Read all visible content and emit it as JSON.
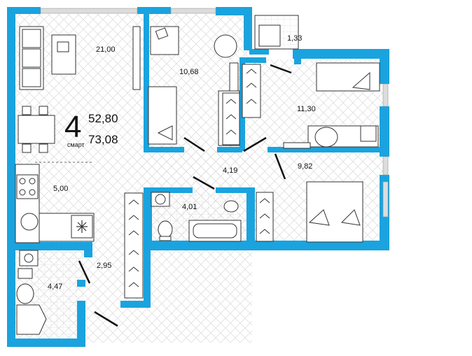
{
  "apartment": {
    "rooms": "4",
    "type": "смарт",
    "living_area": "52,80",
    "total_area": "73,08"
  },
  "rooms": [
    {
      "name": "living-room-area",
      "area": "21,00"
    },
    {
      "name": "bedroom-left-area",
      "area": "10,68"
    },
    {
      "name": "balcony-area",
      "area": "1,33"
    },
    {
      "name": "bedroom-right-area",
      "area": "11,30"
    },
    {
      "name": "master-bedroom-area",
      "area": "9,82"
    },
    {
      "name": "hallway-area",
      "area": "4,19"
    },
    {
      "name": "kitchen-area",
      "area": "5,00"
    },
    {
      "name": "bathroom-area",
      "area": "4,01"
    },
    {
      "name": "corridor-area",
      "area": "2,95"
    },
    {
      "name": "wc-area",
      "area": "4,47"
    }
  ],
  "colors": {
    "wall": "#1aa3de",
    "window": "#dcdcdc",
    "furniture_stroke": "#333333",
    "floor_pattern": "#d9d9d9"
  },
  "icons": [
    "snowflake-icon"
  ]
}
